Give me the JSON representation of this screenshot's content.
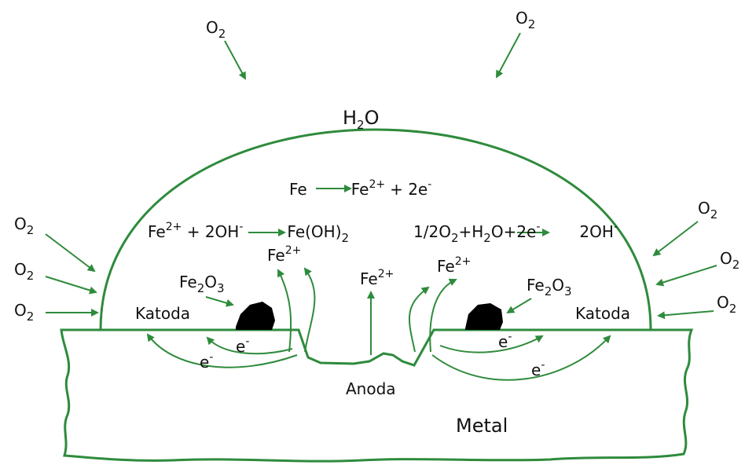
{
  "colors": {
    "line": "#2e8b3c",
    "rust": "#000000",
    "text": "#111111"
  },
  "labels": {
    "o2": "O",
    "o2_sub": "2",
    "water": "H",
    "water_sub": "2",
    "water_tail": "O",
    "fe_ox": "Fe",
    "fe_ox_prod": "Fe",
    "fe_ox_prod_sup": "2+",
    "fe_ox_tail": "+ 2e",
    "fe_ox_tail_sup": "-",
    "rust_rx_left": "Fe",
    "rust_rx_left_sup": "2+",
    "rust_rx_mid": " + 2OH",
    "rust_rx_mid_sup": "-",
    "rust_rx_prod": "Fe(OH)",
    "rust_rx_prod_sub": "2",
    "cath_rx_a": "1/2O",
    "cath_rx_a_sub": "2",
    "cath_rx_b": "+H",
    "cath_rx_b_sub": "2",
    "cath_rx_c": "O+2e",
    "cath_rx_c_sup": "-",
    "cath_rx_prod": "2OH",
    "cath_rx_prod_sup": "-",
    "fe2": "Fe",
    "fe2_sup": "2+",
    "fe2o3_a": "Fe",
    "fe2o3_sub1": "2",
    "fe2o3_b": "O",
    "fe2o3_sub2": "3",
    "katoda": "Katoda",
    "electron": "e",
    "electron_sup": "-",
    "anoda": "Anoda",
    "metal": "Metal"
  }
}
